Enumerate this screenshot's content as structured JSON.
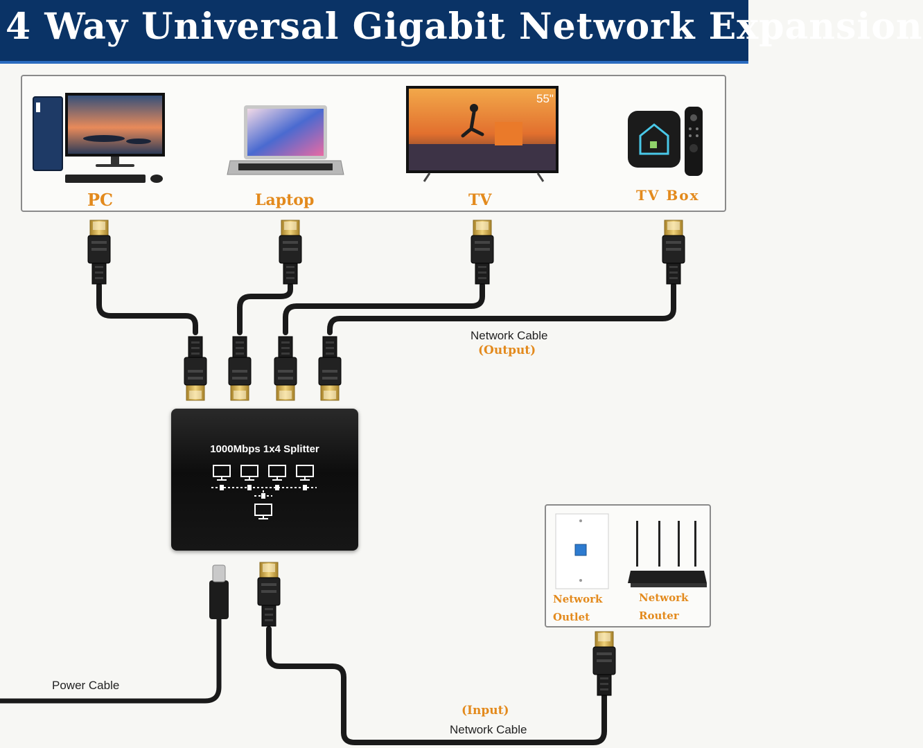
{
  "banner": {
    "title": "4 Way Universal Gigabit Network Expansion"
  },
  "devices": [
    {
      "id": "pc",
      "label": "PC"
    },
    {
      "id": "laptop",
      "label": "Laptop"
    },
    {
      "id": "tv",
      "label": "TV",
      "screen_size": "55\""
    },
    {
      "id": "tvbox",
      "label": "TV Box"
    }
  ],
  "splitter": {
    "label": "1000Mbps 1x4 Splitter"
  },
  "cables": {
    "output_caption": "Network Cable",
    "output_note": "(Output)",
    "input_caption": "Network Cable",
    "input_note": "(Input)",
    "power_caption": "Power Cable"
  },
  "sources": [
    {
      "id": "outlet",
      "line1": "Network",
      "line2": "Outlet"
    },
    {
      "id": "router",
      "line1": "Network",
      "line2": "Router"
    }
  ],
  "colors": {
    "banner_bg": "#0a3366",
    "label_orange": "#e38a1d",
    "cable": "#1a1a1a",
    "connector_gold": "#d4aa3c"
  }
}
